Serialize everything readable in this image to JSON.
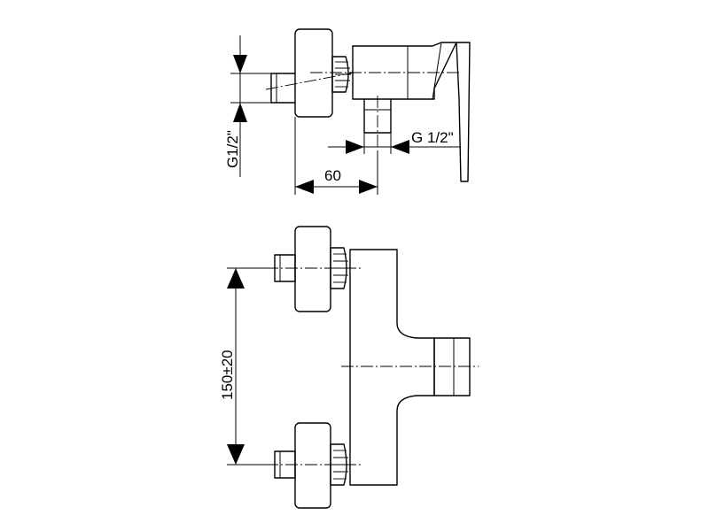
{
  "dimensions": {
    "inlet_thread_side": "G1/2\"",
    "outlet_thread": "G 1/2\"",
    "projection": "60",
    "inlet_spacing": "150±20"
  }
}
